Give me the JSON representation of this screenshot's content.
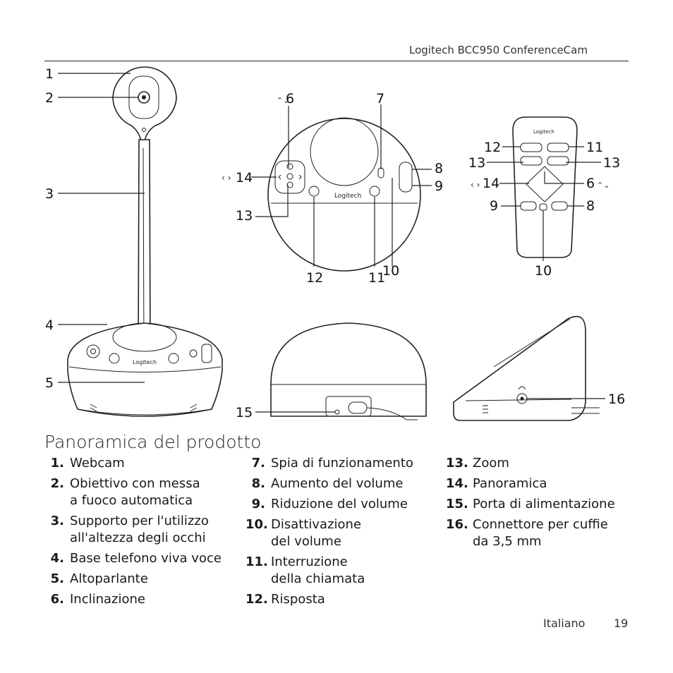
{
  "header": {
    "product": "Logitech BCC950 ConferenceCam"
  },
  "diagram": {
    "logo_text": "Logitech",
    "callouts": [
      "1",
      "2",
      "3",
      "4",
      "5",
      "6",
      "7",
      "8",
      "9",
      "10",
      "11",
      "12",
      "13",
      "14",
      "15",
      "16"
    ]
  },
  "section": {
    "title": "Panoramica del prodotto"
  },
  "features": {
    "col1": [
      {
        "num": "1.",
        "text": "Webcam"
      },
      {
        "num": "2.",
        "text": "Obiettivo con messa\na fuoco automatica"
      },
      {
        "num": "3.",
        "text": "Supporto per l'utilizzo\nall'altezza degli occhi"
      },
      {
        "num": "4.",
        "text": "Base telefono viva voce"
      },
      {
        "num": "5.",
        "text": "Altoparlante"
      },
      {
        "num": "6.",
        "text": "Inclinazione"
      }
    ],
    "col2": [
      {
        "num": "7.",
        "text": "Spia di funzionamento"
      },
      {
        "num": "8.",
        "text": "Aumento del volume"
      },
      {
        "num": "9.",
        "text": "Riduzione del volume"
      },
      {
        "num": "10.",
        "text": "Disattivazione\ndel volume"
      },
      {
        "num": "11.",
        "text": "Interruzione\ndella chiamata"
      },
      {
        "num": "12.",
        "text": "Risposta"
      }
    ],
    "col3": [
      {
        "num": "13.",
        "text": "Zoom"
      },
      {
        "num": "14.",
        "text": "Panoramica"
      },
      {
        "num": "15.",
        "text": "Porta di alimentazione"
      },
      {
        "num": "16.",
        "text": "Connettore per cuffie\nda 3,5 mm"
      }
    ]
  },
  "footer": {
    "language": "Italiano",
    "page": "19"
  }
}
